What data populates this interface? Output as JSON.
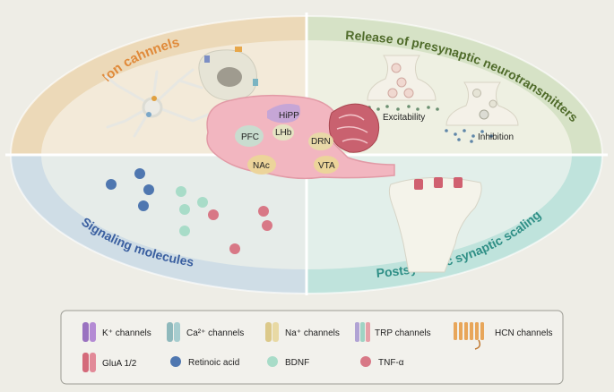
{
  "quadrants": {
    "top_left": "Ion cahnnels",
    "top_right": "Release of presynaptic neurotransmitters",
    "bottom_left": "Signaling molecules",
    "bottom_right": "Postsynaptic synaptic scaling"
  },
  "brain_regions": {
    "hipp": "HiPP",
    "pfc": "PFC",
    "lhb": "LHb",
    "drn": "DRN",
    "nac": "NAc",
    "vta": "VTA"
  },
  "synapse_labels": {
    "excitability": "Excitability",
    "inhibition": "Inhibition"
  },
  "legend": {
    "k": "K⁺ channels",
    "ca": "Ca²⁺ channels",
    "na": "Na⁺ channels",
    "trp": "TRP channels",
    "hcn": "HCN channels",
    "glua": "GluA 1/2",
    "ra": "Retinoic acid",
    "bdnf": "BDNF",
    "tnf": "TNF-α"
  },
  "colors": {
    "ion_band": "#ecd9b8",
    "ion_text": "#e08a3a",
    "release_band": "#d6e2c6",
    "release_text": "#4f6b2a",
    "signal_band": "#cfdde6",
    "signal_text": "#3a5fa0",
    "postsyn_band": "#bfe3dc",
    "postsyn_text": "#2f8f86",
    "brain": "#f2b6c0",
    "cerebellum": "#c9616f",
    "retinoic": "#4f77b0",
    "bdnf": "#a8dcc8",
    "tnf": "#d87886"
  }
}
